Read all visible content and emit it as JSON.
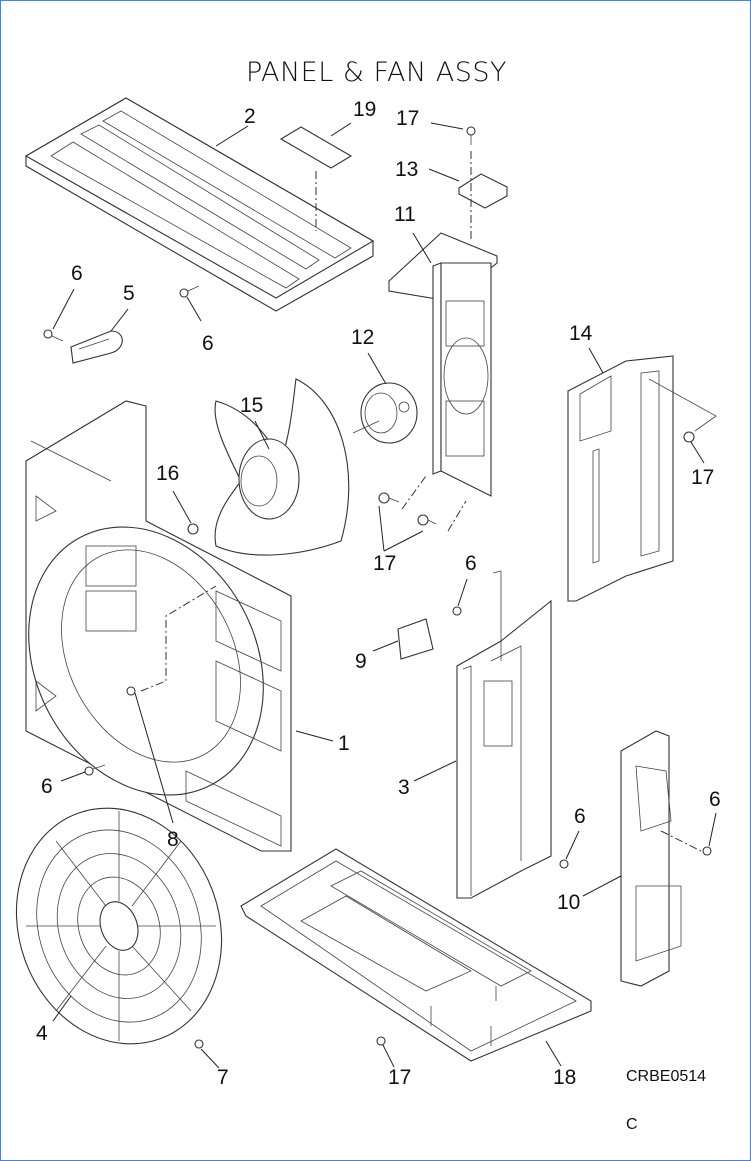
{
  "title": "PANEL & FAN ASSY",
  "drawing_code": "CRBE0514",
  "revision": "C",
  "callouts": [
    {
      "id": "2",
      "part": "top-panel"
    },
    {
      "id": "19",
      "part": "label"
    },
    {
      "id": "17a",
      "text": "17",
      "part": "screw-top"
    },
    {
      "id": "13",
      "part": "motor-bracket-clip"
    },
    {
      "id": "11",
      "part": "motor-support"
    },
    {
      "id": "6a",
      "text": "6",
      "part": "screw"
    },
    {
      "id": "5",
      "part": "handle"
    },
    {
      "id": "6b",
      "text": "6",
      "part": "screw"
    },
    {
      "id": "12",
      "part": "fan-motor"
    },
    {
      "id": "14",
      "part": "partition-plate"
    },
    {
      "id": "15",
      "part": "propeller-fan"
    },
    {
      "id": "17b",
      "text": "17",
      "part": "screw"
    },
    {
      "id": "16",
      "part": "nut"
    },
    {
      "id": "17c",
      "text": "17",
      "part": "screw"
    },
    {
      "id": "6c",
      "text": "6",
      "part": "screw"
    },
    {
      "id": "9",
      "part": "cover-plate"
    },
    {
      "id": "1",
      "part": "front-panel"
    },
    {
      "id": "6d",
      "text": "6",
      "part": "screw"
    },
    {
      "id": "3",
      "part": "side-panel"
    },
    {
      "id": "8",
      "part": "screw"
    },
    {
      "id": "6e",
      "text": "6",
      "part": "screw"
    },
    {
      "id": "6f",
      "text": "6",
      "part": "screw"
    },
    {
      "id": "10",
      "part": "service-cover"
    },
    {
      "id": "4",
      "part": "fan-guard"
    },
    {
      "id": "7",
      "part": "screw"
    },
    {
      "id": "17d",
      "text": "17",
      "part": "screw"
    },
    {
      "id": "18",
      "part": "base-plate"
    }
  ],
  "labels": {
    "c2": "2",
    "c19": "19",
    "c17a": "17",
    "c13": "13",
    "c11": "11",
    "c6a": "6",
    "c5": "5",
    "c6b": "6",
    "c12": "12",
    "c14": "14",
    "c15": "15",
    "c17b": "17",
    "c16": "16",
    "c17c": "17",
    "c6c": "6",
    "c9": "9",
    "c1": "1",
    "c6d": "6",
    "c3": "3",
    "c8": "8",
    "c6e": "6",
    "c6f": "6",
    "c10": "10",
    "c4": "4",
    "c7": "7",
    "c17d": "17",
    "c18": "18"
  }
}
